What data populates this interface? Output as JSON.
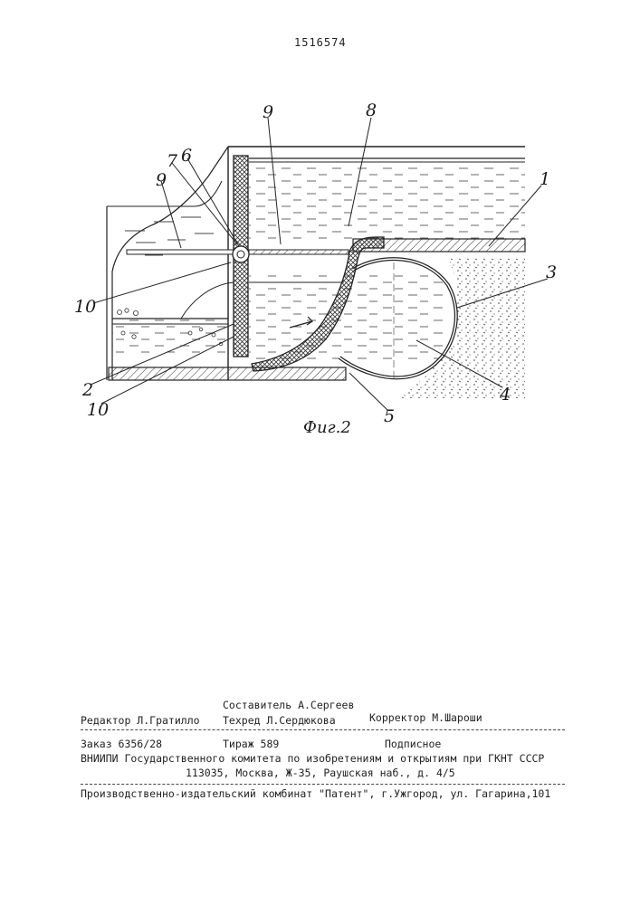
{
  "header": {
    "patent_number": "1516574"
  },
  "figure": {
    "caption": "Фиг.2",
    "callouts": [
      "9",
      "8",
      "7",
      "6",
      "9",
      "1",
      "3",
      "10",
      "2",
      "10",
      "5",
      "4"
    ]
  },
  "imprint": {
    "compiler": "Составитель А.Сергеев",
    "editor": "Редактор Л.Гратилло",
    "techred": "Техред Л.Сердюкова",
    "corrector": "Корректор М.Шароши",
    "order": "Заказ 6356/28",
    "circulation": "Тираж 589",
    "subscription": "Подписное",
    "institute": "ВНИИПИ Государственного комитета по изобретениям и открытиям при ГКНТ СССР",
    "address": "113035, Москва, Ж-35, Раушская наб., д. 4/5",
    "printer": "Производственно-издательский комбинат \"Патент\", г.Ужгород, ул. Гагарина,101"
  }
}
